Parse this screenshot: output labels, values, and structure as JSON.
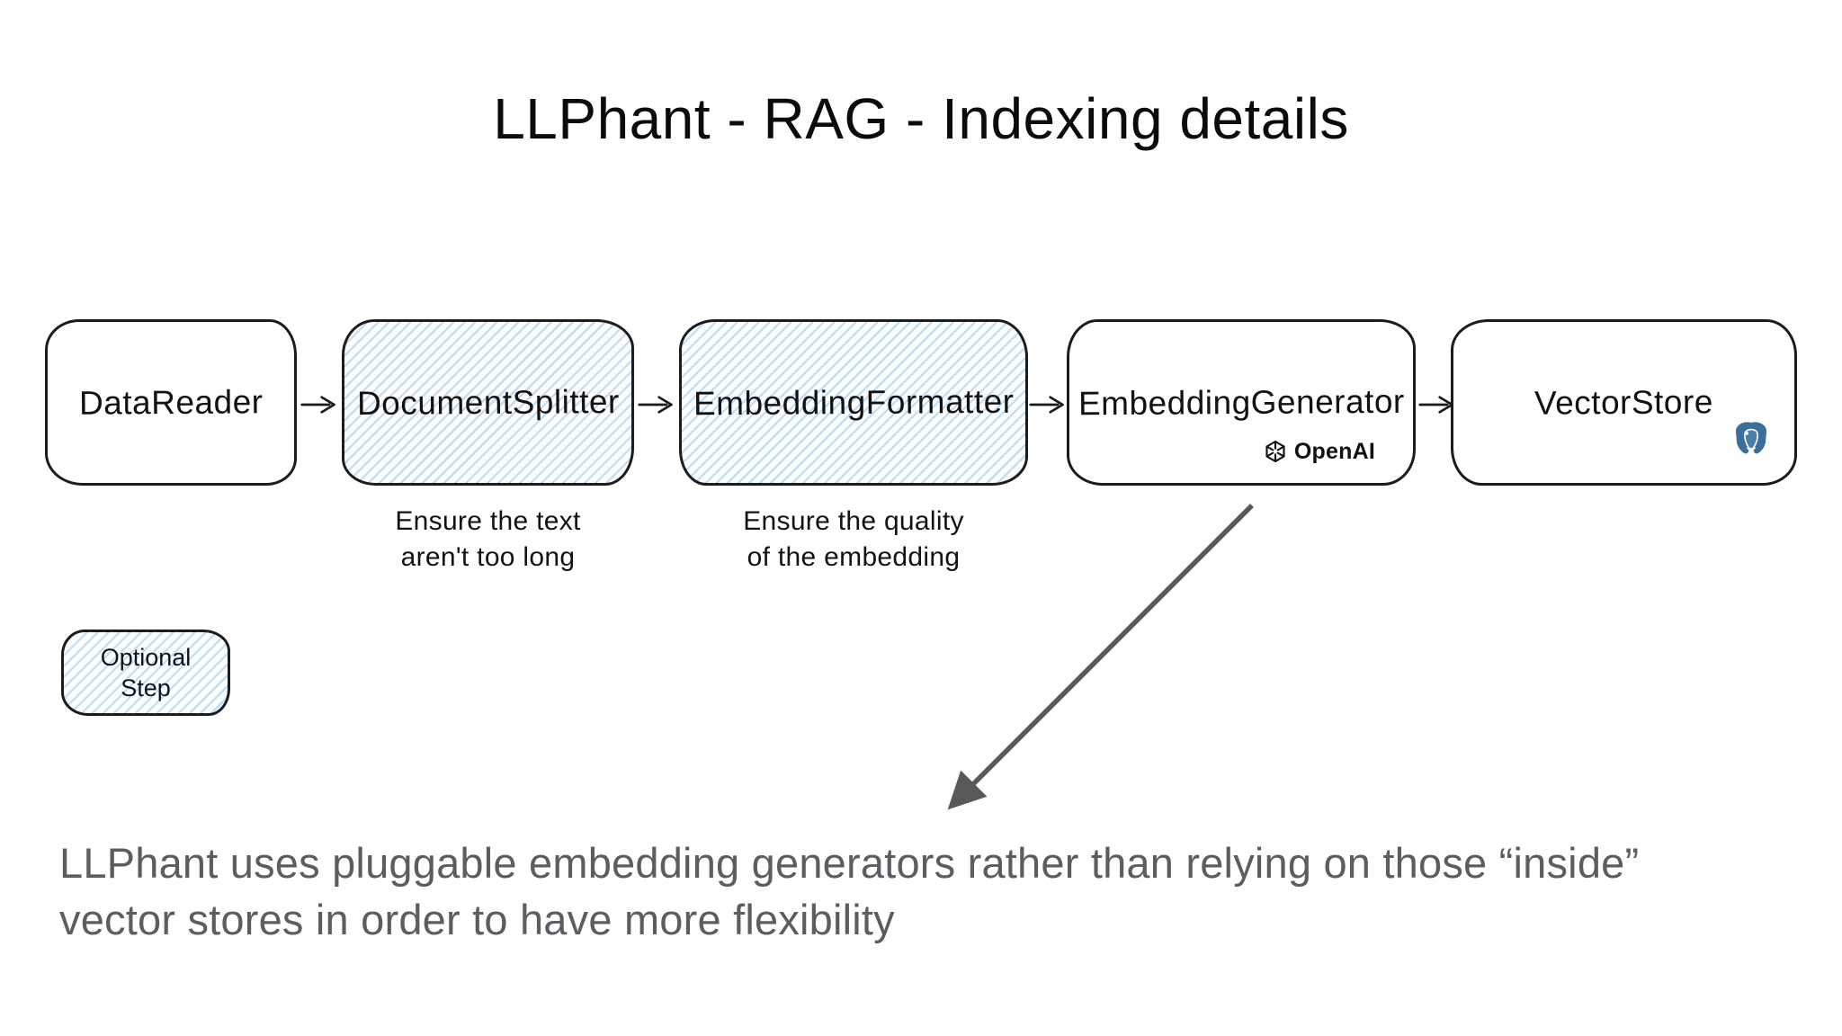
{
  "title": "LLPhant - RAG - Indexing details",
  "diagram": {
    "nodes": [
      {
        "label": "DataReader",
        "optional": false
      },
      {
        "label": "DocumentSplitter",
        "optional": true,
        "note": [
          "Ensure the text",
          "aren't too long"
        ]
      },
      {
        "label": "EmbeddingFormatter",
        "optional": true,
        "note": [
          "Ensure the quality",
          "of the embedding"
        ]
      },
      {
        "label": "EmbeddingGenerator",
        "optional": false,
        "badge": {
          "icon": "openai-logo-icon",
          "label": "OpenAI"
        }
      },
      {
        "label": "VectorStore",
        "optional": false,
        "badge": {
          "icon": "postgresql-logo-icon"
        }
      }
    ],
    "legend": {
      "line1": "Optional",
      "line2": "Step"
    }
  },
  "callout": {
    "line1": "LLPhant uses pluggable embedding generators rather than relying on those “inside”",
    "line2": "vector stores in order to have more flexibility"
  },
  "colors": {
    "hatch_blue": "#94c2e7",
    "box_border": "#1c1c1c",
    "connector_black": "#1a1a1a",
    "big_arrow_gray": "#595959",
    "callout_text": "#5b5d61",
    "postgres_blue": "#3d6d99"
  }
}
